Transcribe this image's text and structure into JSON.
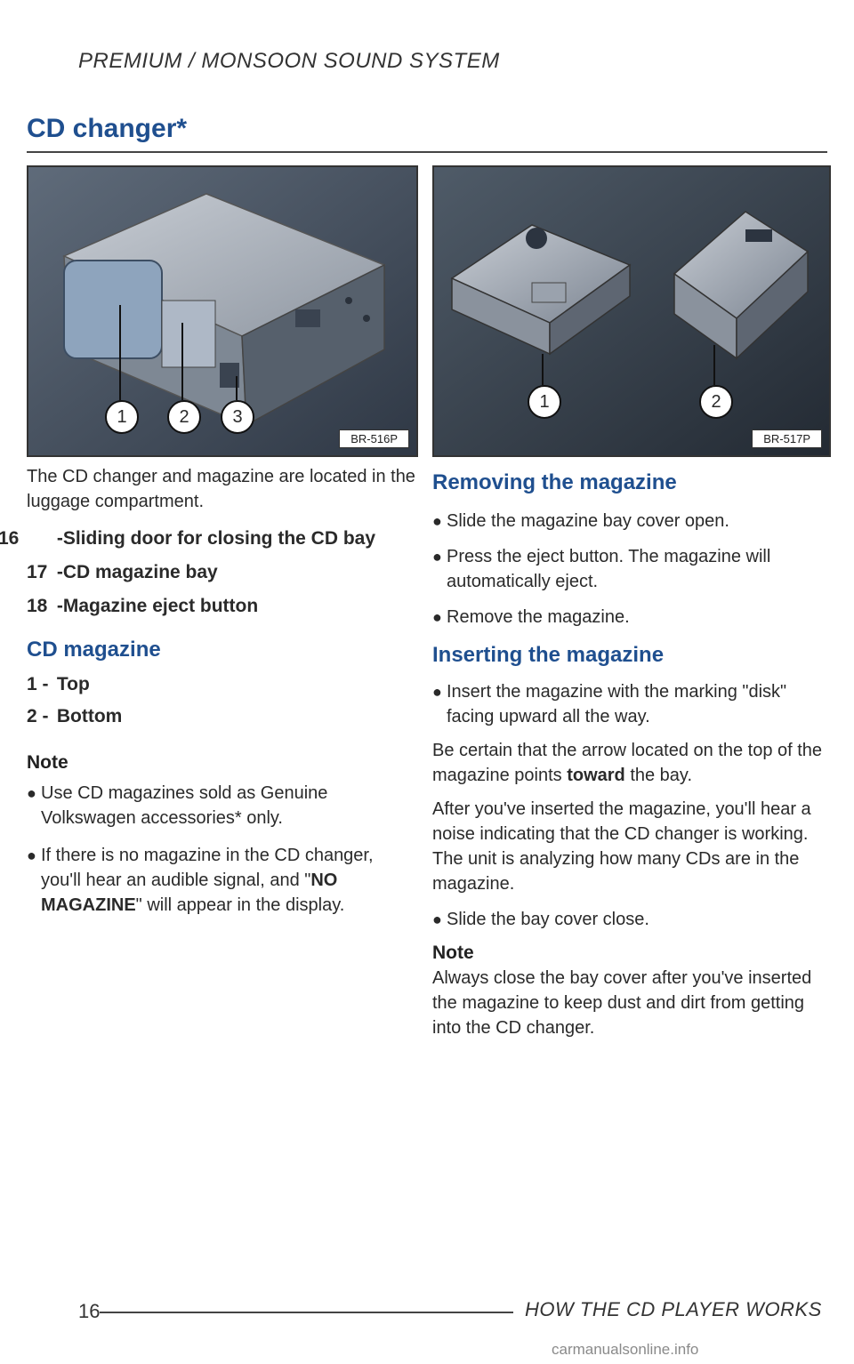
{
  "header": {
    "section": "PREMIUM / MONSOON SOUND SYSTEM"
  },
  "title": "CD changer*",
  "figures": {
    "left": {
      "code": "BR-516P",
      "callouts": [
        "1",
        "2",
        "3"
      ]
    },
    "right": {
      "code": "BR-517P",
      "callouts": [
        "1",
        "2"
      ]
    }
  },
  "left": {
    "intro": "The CD changer and magazine are located in the luggage compartment.",
    "legend": [
      {
        "num": "16",
        "label": "-Sliding door for closing the CD bay"
      },
      {
        "num": "17",
        "label": "-CD magazine bay"
      },
      {
        "num": "18",
        "label": "-Magazine eject button"
      }
    ],
    "magazine_heading": "CD magazine",
    "magazine_items": [
      {
        "num": "1 -",
        "label": "Top"
      },
      {
        "num": "2 -",
        "label": "Bottom"
      }
    ],
    "note_heading": "Note",
    "note_bullets": [
      {
        "text": "Use CD magazines sold as Genuine Volkswagen accessories* only."
      },
      {
        "pre": "If there is no magazine in the CD changer, you'll hear an audible signal, and \"",
        "bold": "NO MAGAZINE",
        "post": "\" will appear in the display."
      }
    ]
  },
  "right": {
    "removing_heading": "Removing the magazine",
    "removing_bullets": [
      "Slide the magazine bay cover open.",
      "Press the eject button. The magazine will automatically eject.",
      "Remove the magazine."
    ],
    "inserting_heading": "Inserting the magazine",
    "inserting_bullet": "Insert the magazine with the marking \"disk\" facing upward all the way.",
    "certain_pre": "Be certain that the arrow located on the top of the magazine points ",
    "certain_bold": "toward",
    "certain_post": " the bay.",
    "after_text": "After you've inserted the magazine, you'll hear a noise indicating that the CD changer is working. The unit is analyzing how many CDs are in the magazine.",
    "slide_bullet": "Slide the bay cover close.",
    "note_heading": "Note",
    "note_text": "Always close the bay cover after you've inserted the magazine to keep dust and dirt from getting into the CD changer."
  },
  "footer": {
    "page_number": "16",
    "title": "HOW THE CD PLAYER WORKS",
    "watermark": "carmanualsonline.info"
  }
}
